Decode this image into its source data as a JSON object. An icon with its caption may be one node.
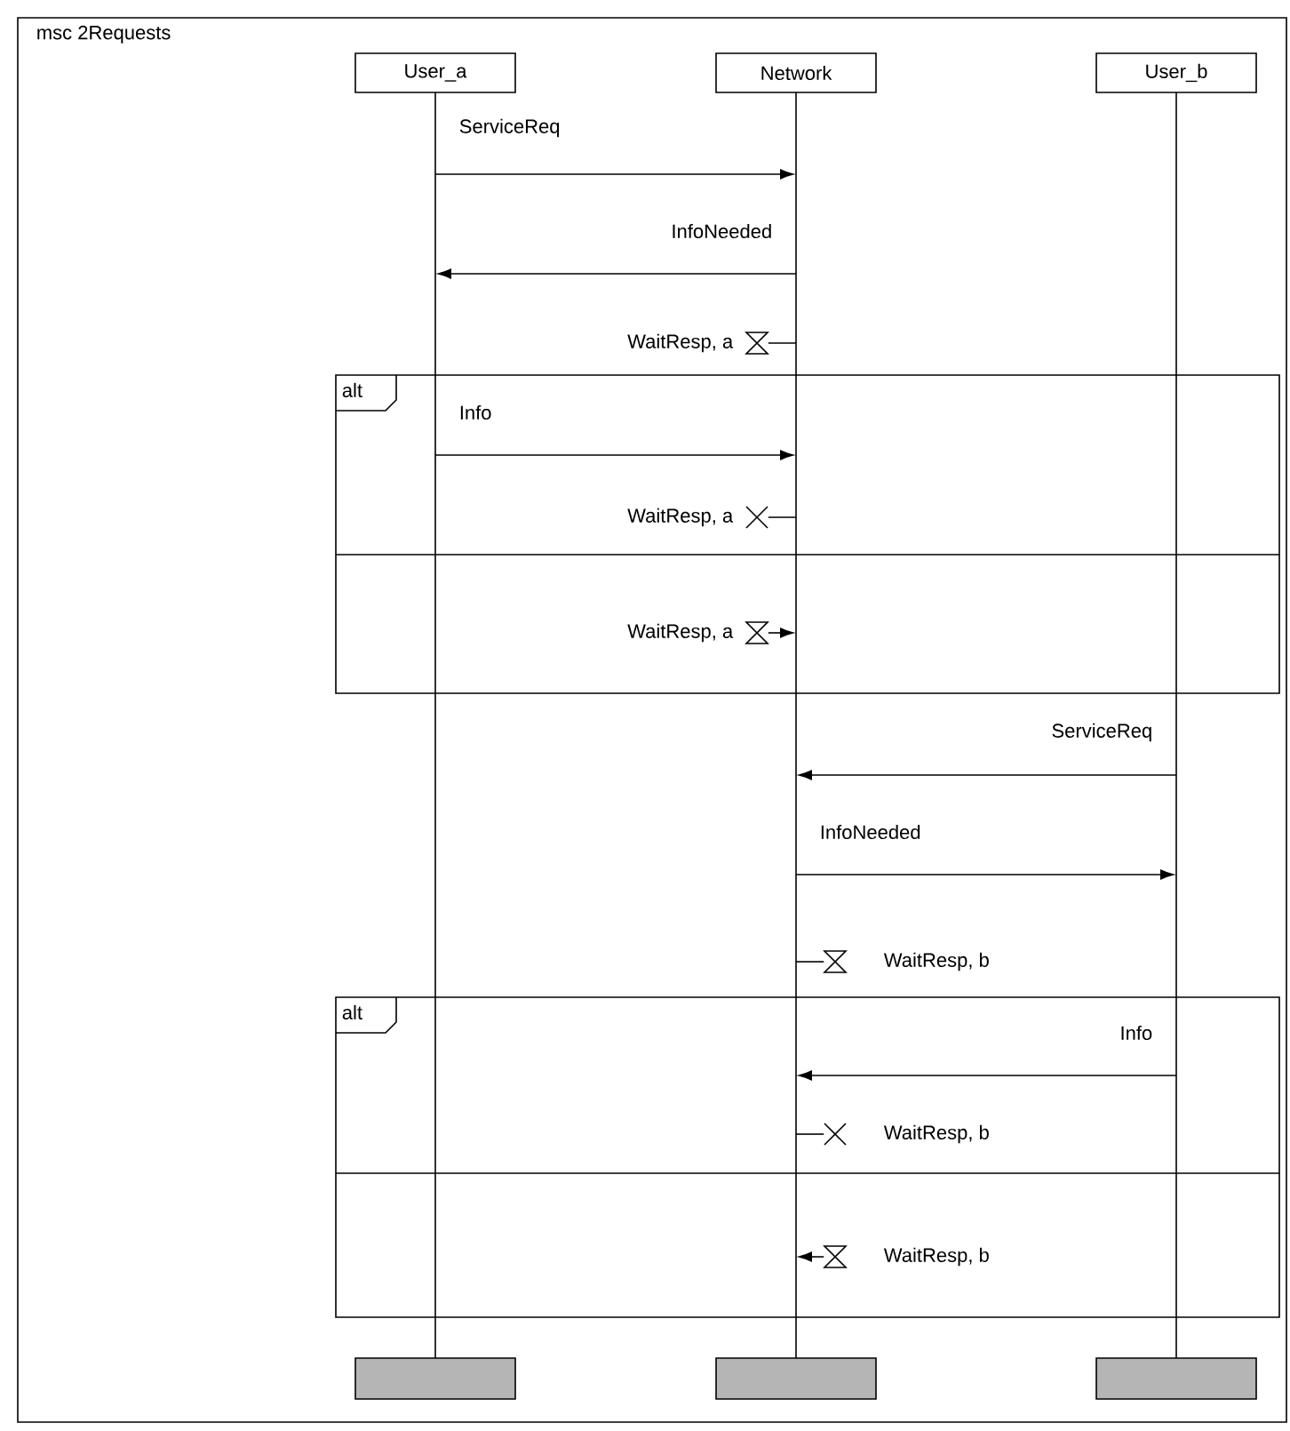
{
  "diagram": {
    "title": "msc  2Requests",
    "nodes": [
      {
        "text": [
          "User_a"
        ]
      },
      {
        "text": [
          "Network"
        ]
      },
      {
        "text": [
          "User_b"
        ]
      },
      {
        "text": [],
        "shape": "line"
      },
      {
        "text": [],
        "shape": "line"
      },
      {
        "text": [],
        "shape": "line"
      },
      {
        "text": [
          "WaitResp, a"
        ]
      },
      {
        "text": [
          "alt"
        ]
      },
      {
        "text": [
          "WaitResp, a"
        ],
        "in": 7
      },
      {
        "text": [
          "WaitResp, a"
        ],
        "in": 7
      },
      {
        "text": [
          "WaitResp, b"
        ]
      },
      {
        "text": [
          "alt"
        ]
      },
      {
        "text": [
          "WaitResp, b"
        ],
        "in": 11
      },
      {
        "text": [
          "WaitResp, b"
        ],
        "in": 11
      },
      {
        "text": [],
        "shape": "bar"
      },
      {
        "text": [],
        "shape": "bar"
      },
      {
        "text": [],
        "shape": "bar"
      }
    ],
    "edges": [
      {
        "from": 3,
        "to": 4,
        "arrow": "to",
        "label": "ServiceReq"
      },
      {
        "from": 4,
        "to": 3,
        "arrow": "to",
        "label": "InfoNeeded"
      },
      {
        "from": 6,
        "to": 4,
        "arrow": "none"
      },
      {
        "from": 3,
        "to": 4,
        "arrow": "to",
        "label": "Info"
      },
      {
        "from": 8,
        "to": 4,
        "arrow": "none"
      },
      {
        "from": 9,
        "to": 4,
        "arrow": "to"
      },
      {
        "from": 5,
        "to": 4,
        "arrow": "to",
        "label": "ServiceReq"
      },
      {
        "from": 4,
        "to": 5,
        "arrow": "to",
        "label": "InfoNeeded"
      },
      {
        "from": 10,
        "to": 4,
        "arrow": "none"
      },
      {
        "from": 5,
        "to": 4,
        "arrow": "to",
        "label": "Info"
      },
      {
        "from": 12,
        "to": 4,
        "arrow": "none"
      },
      {
        "from": 13,
        "to": 4,
        "arrow": "to"
      }
    ]
  }
}
